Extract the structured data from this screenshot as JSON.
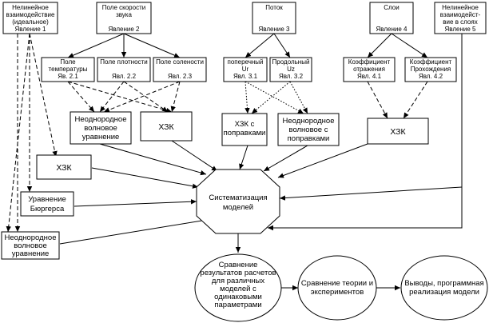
{
  "phenomena": {
    "p1": [
      "Нелинейное",
      "взаимодействие",
      "(идеальное)",
      "Явление 1"
    ],
    "p2": [
      "Поле скорости",
      "звука",
      "Явление 2"
    ],
    "p3": [
      "Поток",
      "",
      "Явление 3"
    ],
    "p4": [
      "Слои",
      "",
      "Явление 4"
    ],
    "p5": [
      "Нелинейное",
      "взаимодейст-",
      "вие в слоях",
      "Явление 5"
    ]
  },
  "fields": {
    "f21": [
      "Поле",
      "температуры",
      "Яв. 2.1"
    ],
    "f22": [
      "Поле плотности",
      "",
      "Явл. 2.2"
    ],
    "f23": [
      "Поле солености",
      "",
      "Явл. 2.3"
    ],
    "f31": [
      "поперечный",
      "Ur",
      "Явл. 3.1"
    ],
    "f32": [
      "Продольный",
      "Uz",
      "Явл. 3.2"
    ],
    "f41": [
      "Коэффициент",
      "отражения",
      "Явл. 4.1"
    ],
    "f42": [
      "Коэффициент",
      "Прохождения",
      "Явл. 4.2"
    ]
  },
  "models": {
    "wave1": [
      "Неоднородное",
      "волновое",
      "уравнение"
    ],
    "hzk1": [
      "ХЗК"
    ],
    "hzk2": [
      "ХЗК с",
      "поправками"
    ],
    "wave2": [
      "Неоднородное",
      "волновое с",
      "поправками"
    ],
    "hzk3": [
      "ХЗК"
    ],
    "hzk4": [
      "ХЗК"
    ],
    "burgers": [
      "Уравнение",
      "Бюргерса"
    ],
    "wave3": [
      "Неоднородное",
      "волновое",
      "уравнение"
    ]
  },
  "systematization": [
    "Систематизация",
    "моделей"
  ],
  "results": {
    "compare_models": [
      "Сравнение",
      "результатов расчетов",
      "для различных",
      "моделей с",
      "одинаковыми",
      "параметрами"
    ],
    "compare_theory": [
      "Сравнение теории и",
      "экспериментов"
    ],
    "conclusions": [
      "Выводы, программная",
      "реализация модели"
    ]
  }
}
